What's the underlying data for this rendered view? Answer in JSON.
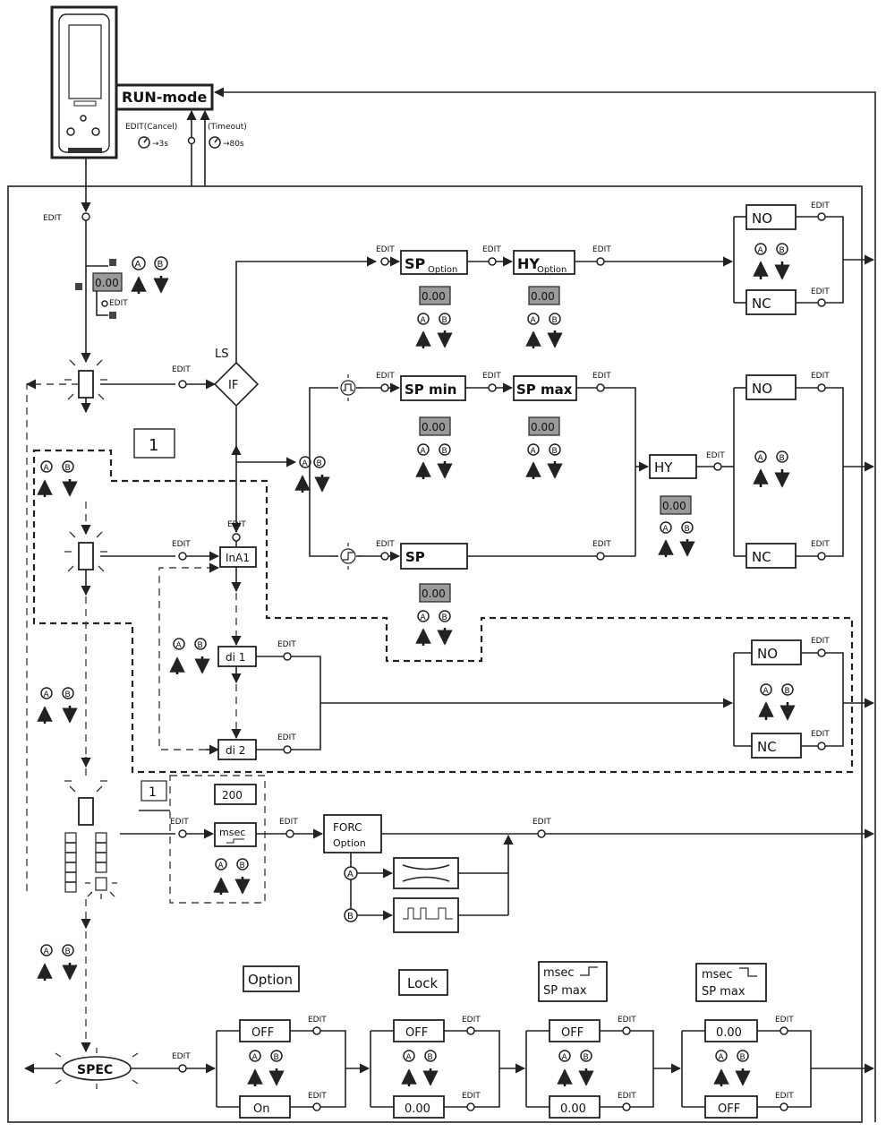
{
  "device": {
    "run_mode": "RUN-mode",
    "edit_cancel": "EDIT(Cancel)",
    "timeout": "(Timeout)",
    "cancel_time": "→3s",
    "timeout_time": "→80s"
  },
  "labels": {
    "edit": "EDIT",
    "ls": "LS",
    "if": "IF",
    "a": "A",
    "b": "B",
    "section_1": "1",
    "section_1b": "1",
    "lcd_value": "0.00",
    "inA1": "InA1",
    "di1": "di 1",
    "di2": "di 2",
    "val200": "200",
    "msec": "msec",
    "forc": "FORC",
    "forc_option": "Option",
    "spec": "SPEC"
  },
  "row1": {
    "sp": "SP",
    "sp_sub": "Option",
    "hy": "HY",
    "hy_sub": "Option",
    "no": "NO",
    "nc": "NC"
  },
  "row2": {
    "sp_min": "SP min",
    "sp_max": "SP max",
    "hy": "HY",
    "no": "NO",
    "nc": "NC"
  },
  "row3": {
    "sp": "SP"
  },
  "row4": {
    "no": "NO",
    "nc": "NC"
  },
  "bottom": {
    "option": "Option",
    "lock": "Lock",
    "msec1": "msec",
    "spmax1": "SP max",
    "msec2": "msec",
    "spmax2": "SP max",
    "c1_top": "OFF",
    "c1_bot": "On",
    "c2_top": "OFF",
    "c2_bot": "0.00",
    "c3_top": "OFF",
    "c3_bot": "0.00",
    "c4_top": "0.00",
    "c4_bot": "OFF"
  }
}
